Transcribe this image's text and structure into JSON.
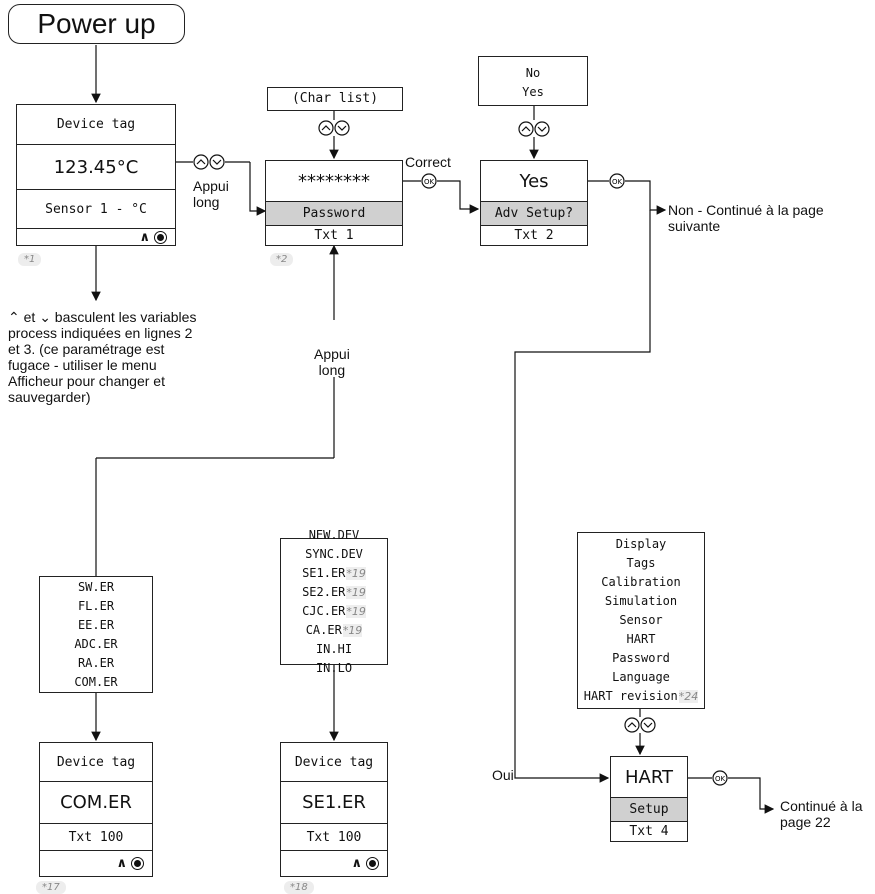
{
  "title": "Power up",
  "panel1": {
    "row1": "Device tag",
    "row2": "123.45°C",
    "row3": "Sensor 1 - °C",
    "note": "*1"
  },
  "panel2": {
    "row1": "********",
    "row2": "Password",
    "row3": "Txt 1",
    "note": "*2"
  },
  "panel3": {
    "row1": "Yes",
    "row2": "Adv Setup?",
    "row3": "Txt 2"
  },
  "panel4": {
    "row1": "HART",
    "row2": "Setup",
    "row3": "Txt 4"
  },
  "panel5": {
    "row1": "Device tag",
    "row2": "COM.ER",
    "row3": "Txt 100",
    "note": "*17"
  },
  "panel6": {
    "row1": "Device tag",
    "row2": "SE1.ER",
    "row3": "Txt 100",
    "note": "*18"
  },
  "charlist": "(Char list)",
  "noyes": [
    "No",
    "Yes"
  ],
  "labels": {
    "appui_long_1": "Appui\nlong",
    "appui_long_2": "Appui\nlong",
    "correct": "Correct",
    "non": "Non - Continué à la page\nsuivante",
    "oui": "Oui",
    "continue22": "Continué à la\npage 22",
    "bascule": "et ⌄ basculent les variables process indiquées en lignes 2 et 3. (ce paramétrage est fugace - utiliser le menu Afficheur pour changer et sauvegarder)"
  },
  "list_errors": [
    "SW.ER",
    "FL.ER",
    "EE.ER",
    "ADC.ER",
    "RA.ER",
    "COM.ER"
  ],
  "list_dev": [
    {
      "t": "NEW.DEV",
      "r": ""
    },
    {
      "t": "SYNC.DEV",
      "r": ""
    },
    {
      "t": "SE1.ER",
      "r": "*19"
    },
    {
      "t": "SE2.ER",
      "r": "*19"
    },
    {
      "t": "CJC.ER",
      "r": "*19"
    },
    {
      "t": "CA.ER",
      "r": "*19"
    },
    {
      "t": "IN.HI",
      "r": ""
    },
    {
      "t": "IN.LO",
      "r": ""
    }
  ],
  "list_menu": [
    {
      "t": "Display",
      "r": ""
    },
    {
      "t": "Tags",
      "r": ""
    },
    {
      "t": "Calibration",
      "r": ""
    },
    {
      "t": "Simulation",
      "r": ""
    },
    {
      "t": "Sensor",
      "r": ""
    },
    {
      "t": "HART",
      "r": ""
    },
    {
      "t": "Password",
      "r": ""
    },
    {
      "t": "Language",
      "r": ""
    },
    {
      "t": "HART revision",
      "r": "*24"
    }
  ],
  "ok": "OK"
}
